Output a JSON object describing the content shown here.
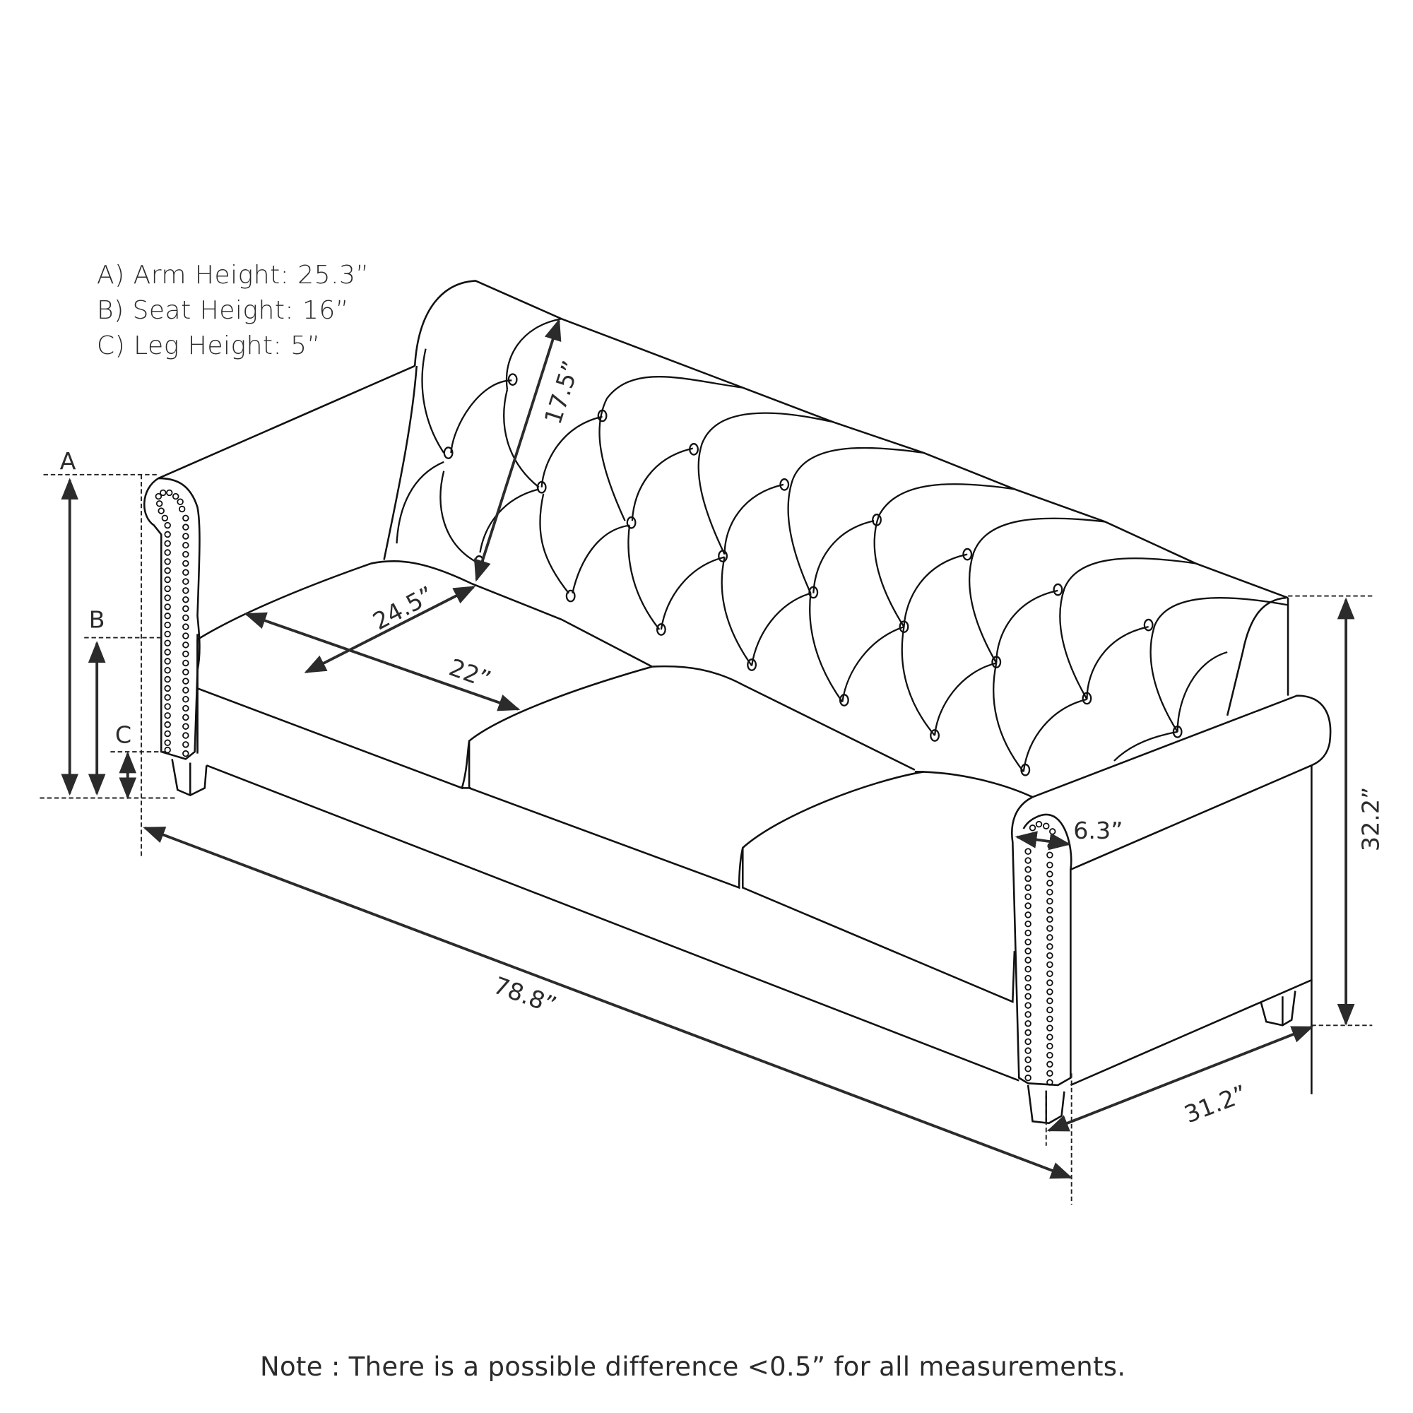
{
  "legend": {
    "items": [
      {
        "key": "A",
        "label": "A) Arm Height: 25.3”"
      },
      {
        "key": "B",
        "label": "B) Seat Height: 16”"
      },
      {
        "key": "C",
        "label": "C) Leg Height: 5”"
      }
    ]
  },
  "markers": {
    "a": "A",
    "b": "B",
    "c": "C"
  },
  "dimensions": {
    "back_height": "17.5”",
    "seat_depth": "24.5”",
    "seat_width": "22”",
    "total_width": "78.8”",
    "arm_width": "6.3”",
    "total_height": "32.2”",
    "total_depth": "31.2”"
  },
  "note": "Note : There is a possible difference <0.5” for all measurements.",
  "colors": {
    "line": "#111111",
    "dimension": "#2b2b2b",
    "background": "#ffffff"
  }
}
